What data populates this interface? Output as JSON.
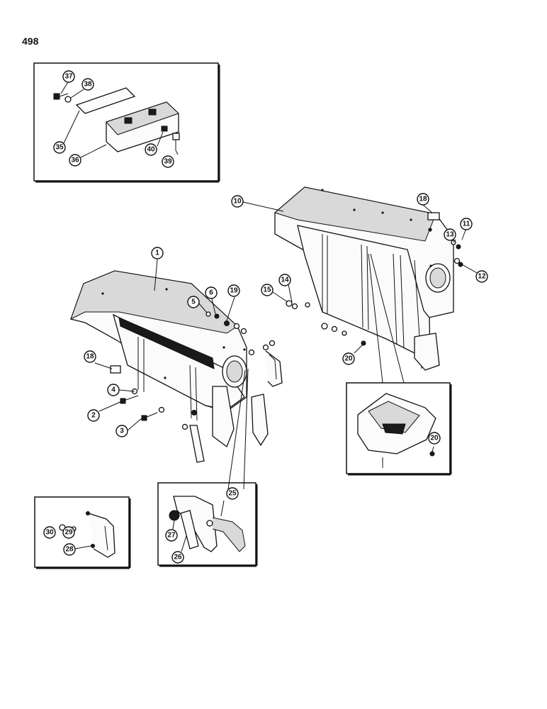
{
  "page": {
    "number": "498"
  },
  "callouts": {
    "c1": "1",
    "c2": "2",
    "c3": "3",
    "c4": "4",
    "c5": "5",
    "c6": "6",
    "c10": "10",
    "c11": "11",
    "c12": "12",
    "c13": "13",
    "c14": "14",
    "c15": "15",
    "c18a": "18",
    "c18b": "18",
    "c19": "19",
    "c20a": "20",
    "c20b": "20",
    "c25": "25",
    "c26": "26",
    "c27": "27",
    "c28": "28",
    "c29": "29",
    "c30": "30",
    "c35": "35",
    "c36": "36",
    "c37": "37",
    "c38": "38",
    "c39": "39",
    "c40": "40"
  }
}
